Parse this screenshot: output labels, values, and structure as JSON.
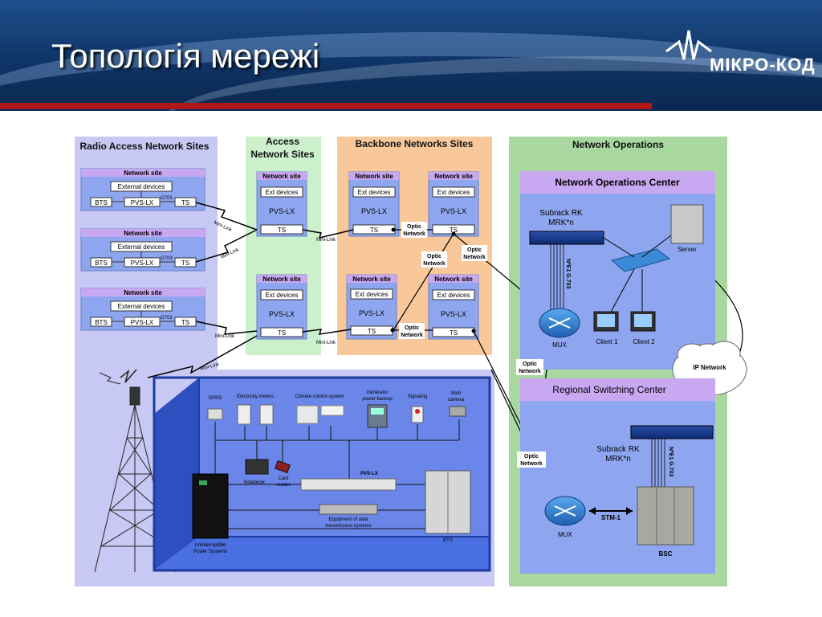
{
  "slide": {
    "title": "Топологія мережі",
    "logo": "МІКРО-КОД"
  },
  "ran": {
    "title": "Radio Access Network Sites",
    "site_label": "Network site",
    "external": "External devices",
    "pvs": "PVS-LX",
    "bts": "BTS",
    "ts": "TS",
    "g703": "G703"
  },
  "access": {
    "title_1": "Access",
    "title_2": "Network Sites",
    "site_label": "Network site",
    "ext": "Ext devices",
    "pvs": "PVS-LX",
    "ts": "TS"
  },
  "backbone": {
    "title": "Backbone Networks Sites",
    "site_label": "Network site",
    "ext": "Ext devices",
    "pvs": "PVS-LX",
    "ts": "TS"
  },
  "links": {
    "mini_link": "Mini-Link",
    "optic_1": "Optic",
    "optic_2": "Network",
    "ip_network": "IP Network",
    "stm1": "STM-1",
    "ne1": "N*E1 G.703"
  },
  "ops": {
    "title": "Network Operations",
    "noc_title": "Network Operations Center",
    "subrack_1": "Subrack RK",
    "subrack_2": "MRK*n",
    "server": "Server",
    "mux": "MUX",
    "client1": "Client 1",
    "client2": "Client 2",
    "rsc_title": "Regional Switching Center",
    "bsc": "BSC"
  },
  "site": {
    "gprs": "GPRS",
    "meters": "Electricity meters",
    "climate": "Climate control system",
    "generator_1": "Generator",
    "generator_2": "power backup",
    "signaling": "Signaling",
    "web_1": "Web",
    "web_2": "camera",
    "notebook": "Notebook",
    "card_1": "Card",
    "card_2": "reader",
    "pvslx": "PVS-LX",
    "equip_1": "Equipment of data",
    "equip_2": "transmission systems",
    "ups_1": "Uninterruptible",
    "ups_2": "Power Systems",
    "bts": "BTS"
  },
  "colors": {
    "ran_bg": "#c8c8f4",
    "access_bg": "#ccf0cc",
    "backbone_bg": "#f8c89a",
    "ops_bg": "#a8d8a0",
    "blue_panel": "#8ea6f0",
    "lilac_bar": "#c8a8f0",
    "room_blue": "#3a5fd0"
  }
}
